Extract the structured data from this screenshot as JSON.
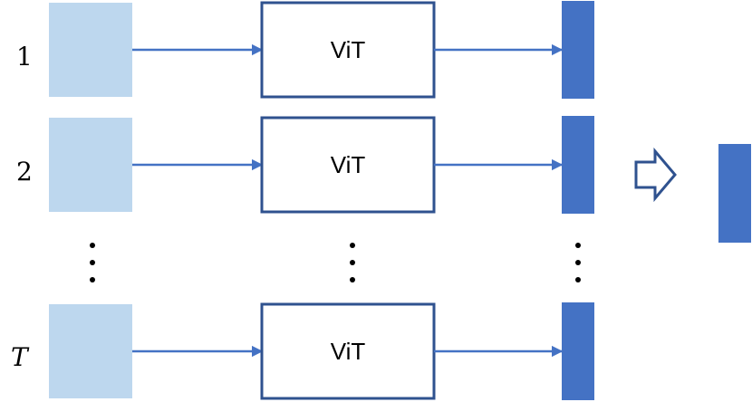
{
  "rows": [
    {
      "label": "1",
      "box_label": "ViT"
    },
    {
      "label": "2",
      "box_label": "ViT"
    },
    {
      "label": "T",
      "box_label": "ViT"
    }
  ],
  "colors": {
    "input_fill": "#bdd7ee",
    "box_stroke": "#2f528f",
    "arrow": "#4472c4",
    "output_fill": "#4472c4",
    "hollow_arrow": "#2f528f"
  },
  "icons": {
    "continuation": "vertical-ellipsis-icon",
    "aggregate": "hollow-right-arrow-icon"
  }
}
